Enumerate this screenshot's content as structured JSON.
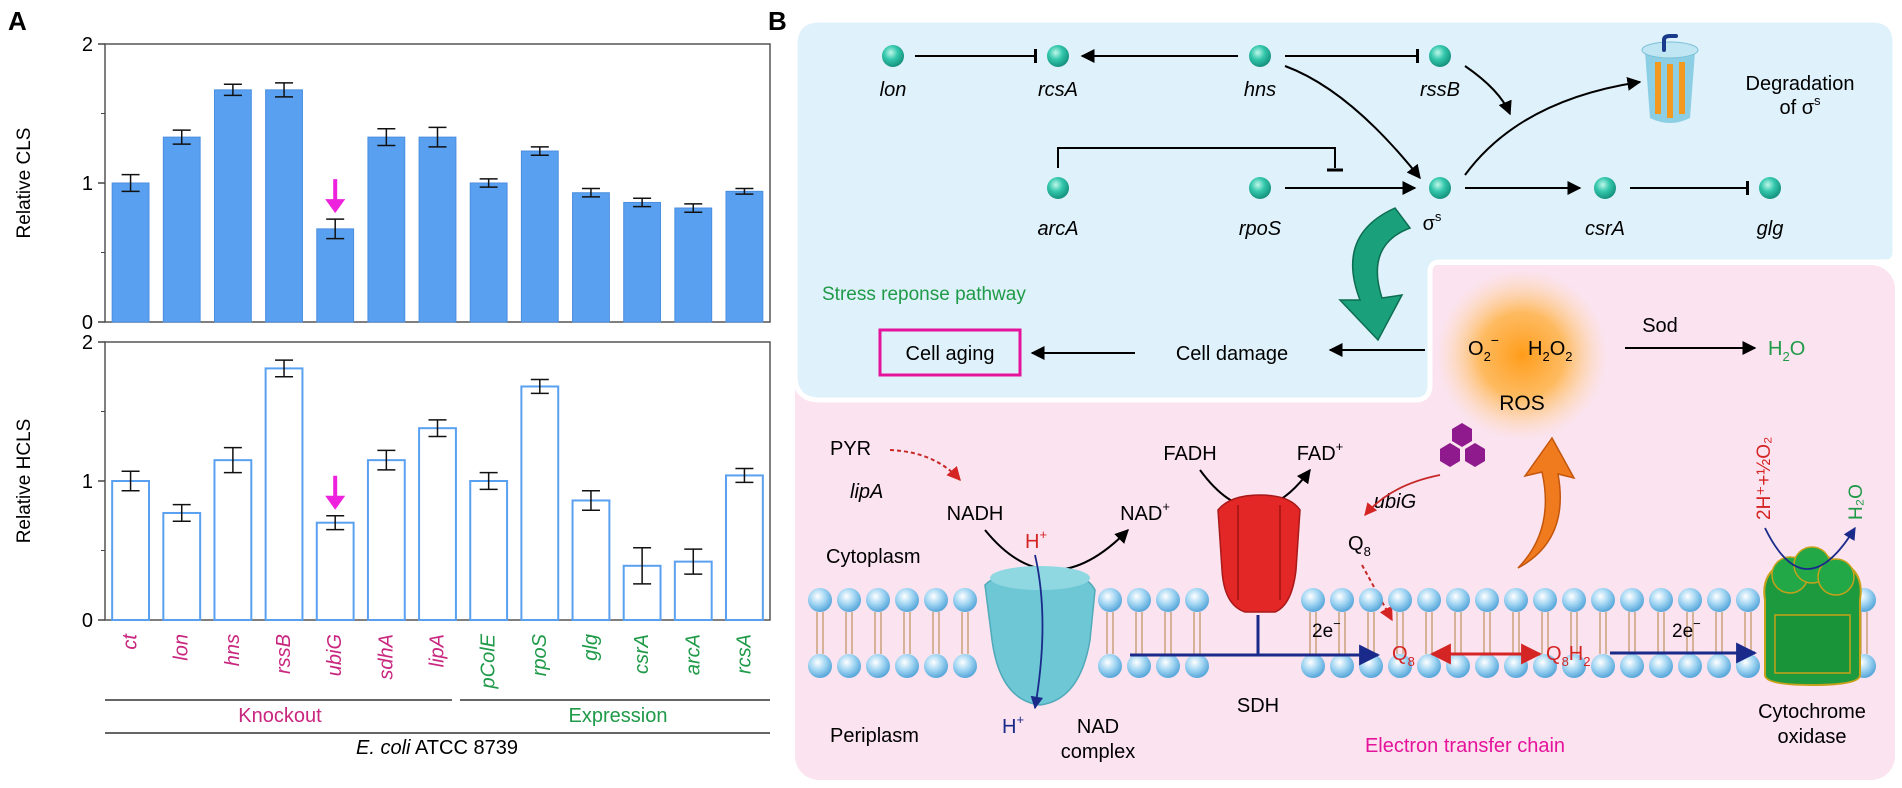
{
  "panel_a": {
    "letter": "A",
    "strains": [
      {
        "label": "ct",
        "group": "knockout"
      },
      {
        "label": "lon",
        "group": "knockout"
      },
      {
        "label": "hns",
        "group": "knockout"
      },
      {
        "label": "rssB",
        "group": "knockout"
      },
      {
        "label": "ubiG",
        "group": "knockout"
      },
      {
        "label": "sdhA",
        "group": "knockout"
      },
      {
        "label": "lipA",
        "group": "knockout"
      },
      {
        "label": "pColE",
        "group": "expression"
      },
      {
        "label": "rpoS",
        "group": "expression"
      },
      {
        "label": "glg",
        "group": "expression"
      },
      {
        "label": "csrA",
        "group": "expression"
      },
      {
        "label": "arcA",
        "group": "expression"
      },
      {
        "label": "rcsA",
        "group": "expression"
      }
    ],
    "group_labels": {
      "knockout": "Knockout",
      "expression": "Expression"
    },
    "caption_italic": "E. coli",
    "caption_rest": " ATCC 8739",
    "colors": {
      "bar_fill": "#5aa0f0",
      "bar_outline": "#5aa0f0",
      "knockout": "#c8267f",
      "expression": "#1f9a48",
      "arrow": "#ee22dd"
    },
    "highlight_index": 4
  },
  "chart_data": [
    {
      "type": "bar",
      "ylabel": "Relative CLS",
      "ylim": [
        0,
        2
      ],
      "yticks": [
        "0",
        "1",
        "2"
      ],
      "categories": [
        "ct",
        "lon",
        "hns",
        "rssB",
        "ubiG",
        "sdhA",
        "lipA",
        "pColE",
        "rpoS",
        "glg",
        "csrA",
        "arcA",
        "rcsA"
      ],
      "values": [
        1.0,
        1.33,
        1.67,
        1.67,
        0.67,
        1.33,
        1.33,
        1.0,
        1.23,
        0.93,
        0.86,
        0.82,
        0.94
      ],
      "errors": [
        0.06,
        0.05,
        0.04,
        0.05,
        0.07,
        0.06,
        0.07,
        0.03,
        0.03,
        0.03,
        0.03,
        0.03,
        0.02
      ],
      "style": "filled"
    },
    {
      "type": "bar",
      "ylabel": "Relative HCLS",
      "ylim": [
        0,
        2
      ],
      "yticks": [
        "0",
        "1",
        "2"
      ],
      "categories": [
        "ct",
        "lon",
        "hns",
        "rssB",
        "ubiG",
        "sdhA",
        "lipA",
        "pColE",
        "rpoS",
        "glg",
        "csrA",
        "arcA",
        "rcsA"
      ],
      "values": [
        1.0,
        0.77,
        1.15,
        1.81,
        0.7,
        1.15,
        1.38,
        1.0,
        1.68,
        0.86,
        0.39,
        0.42,
        1.04
      ],
      "errors": [
        0.07,
        0.06,
        0.09,
        0.06,
        0.05,
        0.07,
        0.06,
        0.06,
        0.05,
        0.07,
        0.13,
        0.09,
        0.05
      ],
      "style": "outline"
    }
  ],
  "panel_b": {
    "letter": "B",
    "genes": {
      "lon": "lon",
      "rcsA": "rcsA",
      "hns": "hns",
      "rssB": "rssB",
      "arcA": "arcA",
      "rpoS": "rpoS",
      "sigma": "σ",
      "sigma_sup": "s",
      "csrA": "csrA",
      "glg": "glg"
    },
    "degradation_line1": "Degradation",
    "degradation_line2": "of σ",
    "degradation_sup": "s",
    "stress_pathway": "Stress reponse pathway",
    "cell_aging": "Cell aging",
    "cell_damage": "Cell damage",
    "ros": {
      "o2": "O",
      "o2_sub": "2",
      "o2_sup": "−",
      "h2o2_a": "H",
      "h2o2_sub1": "2",
      "h2o2_b": "O",
      "h2o2_sub2": "2",
      "label": "ROS"
    },
    "sod": "Sod",
    "h2o": {
      "h": "H",
      "sub": "2",
      "o": "O"
    },
    "pyr": "PYR",
    "lipA": "lipA",
    "nadh": "NADH",
    "nad_plus": "NAD",
    "plus": "+",
    "fadh": "FADH",
    "fad_plus": "FAD",
    "ubiG": "ubiG",
    "q8": "Q",
    "q8_sub": "8",
    "q8h2": "Q",
    "q8h2_sub": "8",
    "q8h2_h": "H",
    "q8h2_sub2": "2",
    "h_plus_top": "H",
    "h_plus_bottom": "H",
    "cytoplasm": "Cytoplasm",
    "periplasm": "Periplasm",
    "two_e": "2e",
    "minus": "−",
    "nad_complex_1": "NAD",
    "nad_complex_2": "complex",
    "sdh": "SDH",
    "electron_chain": "Electron transfer chain",
    "cyt_oxidase_1": "Cytochrome",
    "cyt_oxidase_2": "oxidase",
    "oxidase_in": "2H⁺+½O₂",
    "oxidase_out": "H₂O",
    "colors": {
      "top_bg": "#dff1fa",
      "bottom_bg": "#fbe3ef",
      "node": "#2bbfa6",
      "green": "#1f9a48",
      "magenta": "#e5139b",
      "red_text": "#d42424",
      "navy": "#1a2a8a"
    }
  }
}
